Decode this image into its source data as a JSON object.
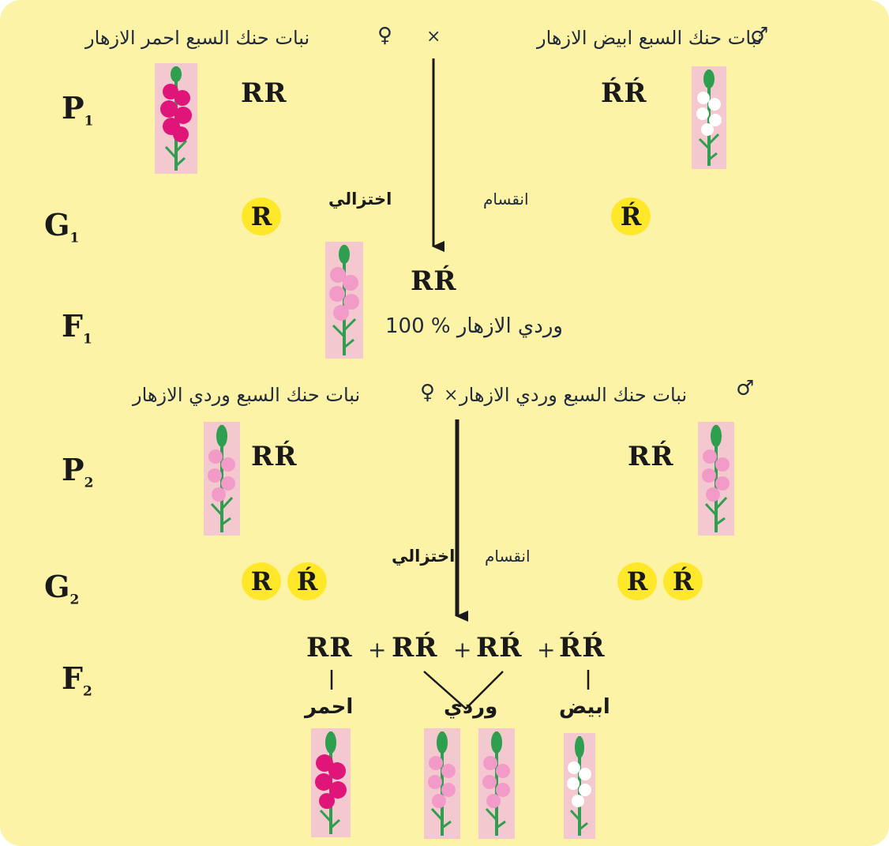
{
  "cross1": {
    "male_sym": "♂",
    "male_label": "نبات حنك السبع ابيض الازهار",
    "cross_sym": "×",
    "female_sym": "♀",
    "female_label": "نبات حنك السبع احمر الازهار",
    "rows": {
      "p": "P",
      "g": "G",
      "f": "F",
      "sub": "1"
    },
    "female_genotype": "RR",
    "male_genotype": "ŔŔ",
    "meiosis_left": "اختزالي",
    "meiosis_right": "انقسام",
    "gamete_female": "R",
    "gamete_male": "Ŕ",
    "offspring_genotype": "RŔ",
    "offspring_phenotype": "100 % وردي الازهار"
  },
  "cross2": {
    "male_sym": "♂",
    "male_label": "نبات حنك السبع وردي الازهار",
    "cross_sym": "×",
    "female_sym": "♀",
    "female_label": "نبات حنك السبع وردي الازهار",
    "rows": {
      "p": "P",
      "g": "G",
      "f": "F",
      "sub": "2"
    },
    "female_genotype": "RŔ",
    "male_genotype": "RŔ",
    "meiosis_left": "اختزالي",
    "meiosis_right": "انقسام",
    "gametes_female": [
      "R",
      "Ŕ"
    ],
    "gametes_male": [
      "R",
      "Ŕ"
    ],
    "offspring_genotypes": [
      "RR",
      "RŔ",
      "RŔ",
      "ŔŔ"
    ],
    "plus": "+",
    "phenotypes": {
      "red": "احمر",
      "pink": "وردي",
      "white": "ابيض"
    }
  },
  "colors": {
    "background": "#fdf3a7",
    "gamete": "#ffe82a",
    "flower_red": "#e0157a",
    "flower_pink": "#f29ac8",
    "flower_white": "#ffffff",
    "stem": "#2e9e4f",
    "plant_bg": "#f3c9cf"
  }
}
